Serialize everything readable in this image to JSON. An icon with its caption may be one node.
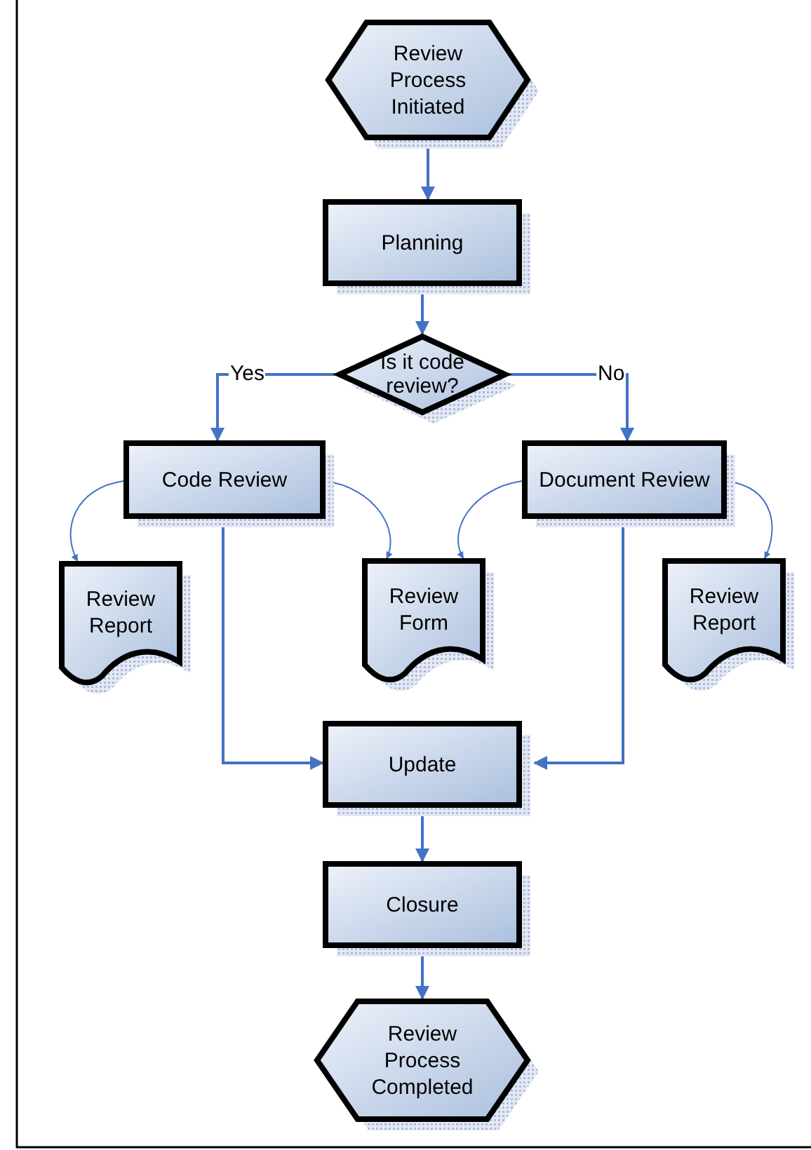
{
  "diagram": {
    "nodes": [
      {
        "text": [
          "Review Process Initiated"
        ]
      },
      {
        "text": [
          "Planning"
        ]
      },
      {
        "text": [
          "Is it code review?"
        ]
      },
      {
        "text": [
          "Code Review"
        ]
      },
      {
        "text": [
          "Document Review"
        ]
      },
      {
        "text": [
          "Review Report"
        ]
      },
      {
        "text": [
          "Review Form"
        ]
      },
      {
        "text": [
          "Review Report"
        ]
      },
      {
        "text": [
          "Update"
        ]
      },
      {
        "text": [
          "Closure"
        ]
      },
      {
        "text": [
          "Review Process Completed"
        ]
      }
    ],
    "edges": [
      {
        "from": 0,
        "to": 1,
        "arrow": "to"
      },
      {
        "from": 1,
        "to": 2,
        "arrow": "to"
      },
      {
        "from": 2,
        "to": 3,
        "arrow": "to",
        "label": "Yes"
      },
      {
        "from": 2,
        "to": 4,
        "arrow": "to",
        "label": "No"
      },
      {
        "from": 3,
        "to": 5,
        "arrow": "to"
      },
      {
        "from": 3,
        "to": 6,
        "arrow": "to"
      },
      {
        "from": 4,
        "to": 6,
        "arrow": "to"
      },
      {
        "from": 4,
        "to": 7,
        "arrow": "to"
      },
      {
        "from": 3,
        "to": 8,
        "arrow": "to"
      },
      {
        "from": 4,
        "to": 8,
        "arrow": "to"
      },
      {
        "from": 8,
        "to": 9,
        "arrow": "to"
      },
      {
        "from": 9,
        "to": 10,
        "arrow": "to"
      }
    ]
  }
}
